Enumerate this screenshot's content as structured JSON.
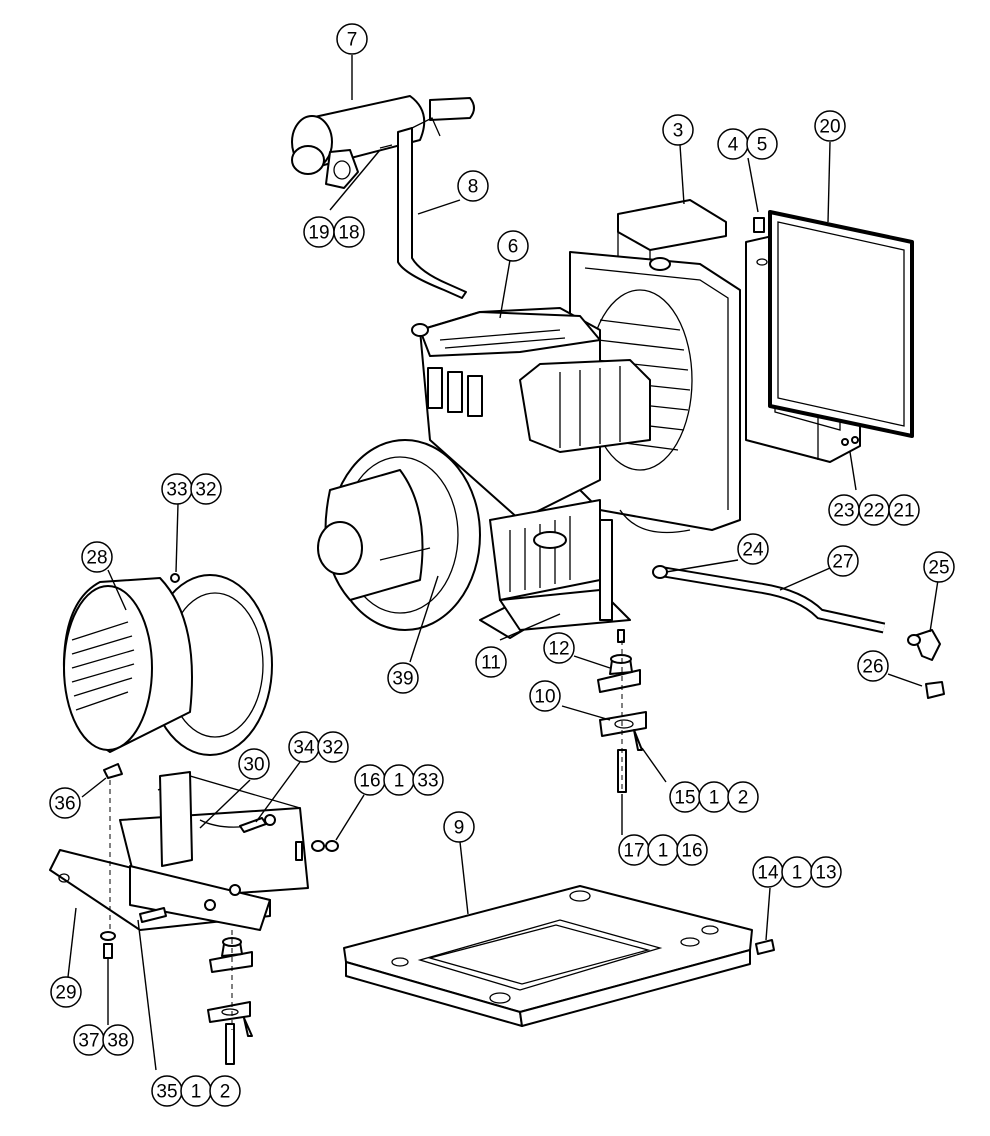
{
  "diagram": {
    "callouts": [
      {
        "id": "c7",
        "labels": [
          "7"
        ]
      },
      {
        "id": "c8",
        "labels": [
          "8"
        ]
      },
      {
        "id": "c19-18",
        "labels": [
          "19",
          "18"
        ]
      },
      {
        "id": "c3",
        "labels": [
          "3"
        ]
      },
      {
        "id": "c4-5",
        "labels": [
          "4",
          "5"
        ]
      },
      {
        "id": "c20",
        "labels": [
          "20"
        ]
      },
      {
        "id": "c6",
        "labels": [
          "6"
        ]
      },
      {
        "id": "c23-22-21",
        "labels": [
          "23",
          "22",
          "21"
        ]
      },
      {
        "id": "c33-32",
        "labels": [
          "33",
          "32"
        ]
      },
      {
        "id": "c28",
        "labels": [
          "28"
        ]
      },
      {
        "id": "c24",
        "labels": [
          "24"
        ]
      },
      {
        "id": "c27",
        "labels": [
          "27"
        ]
      },
      {
        "id": "c25",
        "labels": [
          "25"
        ]
      },
      {
        "id": "c39",
        "labels": [
          "39"
        ]
      },
      {
        "id": "c11",
        "labels": [
          "11"
        ]
      },
      {
        "id": "c12",
        "labels": [
          "12"
        ]
      },
      {
        "id": "c26",
        "labels": [
          "26"
        ]
      },
      {
        "id": "c10",
        "labels": [
          "10"
        ]
      },
      {
        "id": "c30",
        "labels": [
          "30"
        ]
      },
      {
        "id": "c34-32",
        "labels": [
          "34",
          "32"
        ]
      },
      {
        "id": "c16-1-33",
        "labels": [
          "16",
          "1",
          "33"
        ]
      },
      {
        "id": "c15-1-2",
        "labels": [
          "15",
          "1",
          "2"
        ]
      },
      {
        "id": "c36",
        "labels": [
          "36"
        ]
      },
      {
        "id": "c9",
        "labels": [
          "9"
        ]
      },
      {
        "id": "c17-1-16",
        "labels": [
          "17",
          "1",
          "16"
        ]
      },
      {
        "id": "c14-1-13",
        "labels": [
          "14",
          "1",
          "13"
        ]
      },
      {
        "id": "c29",
        "labels": [
          "29"
        ]
      },
      {
        "id": "c37-38",
        "labels": [
          "37",
          "38"
        ]
      },
      {
        "id": "c35-1-2",
        "labels": [
          "35",
          "1",
          "2"
        ]
      }
    ]
  }
}
